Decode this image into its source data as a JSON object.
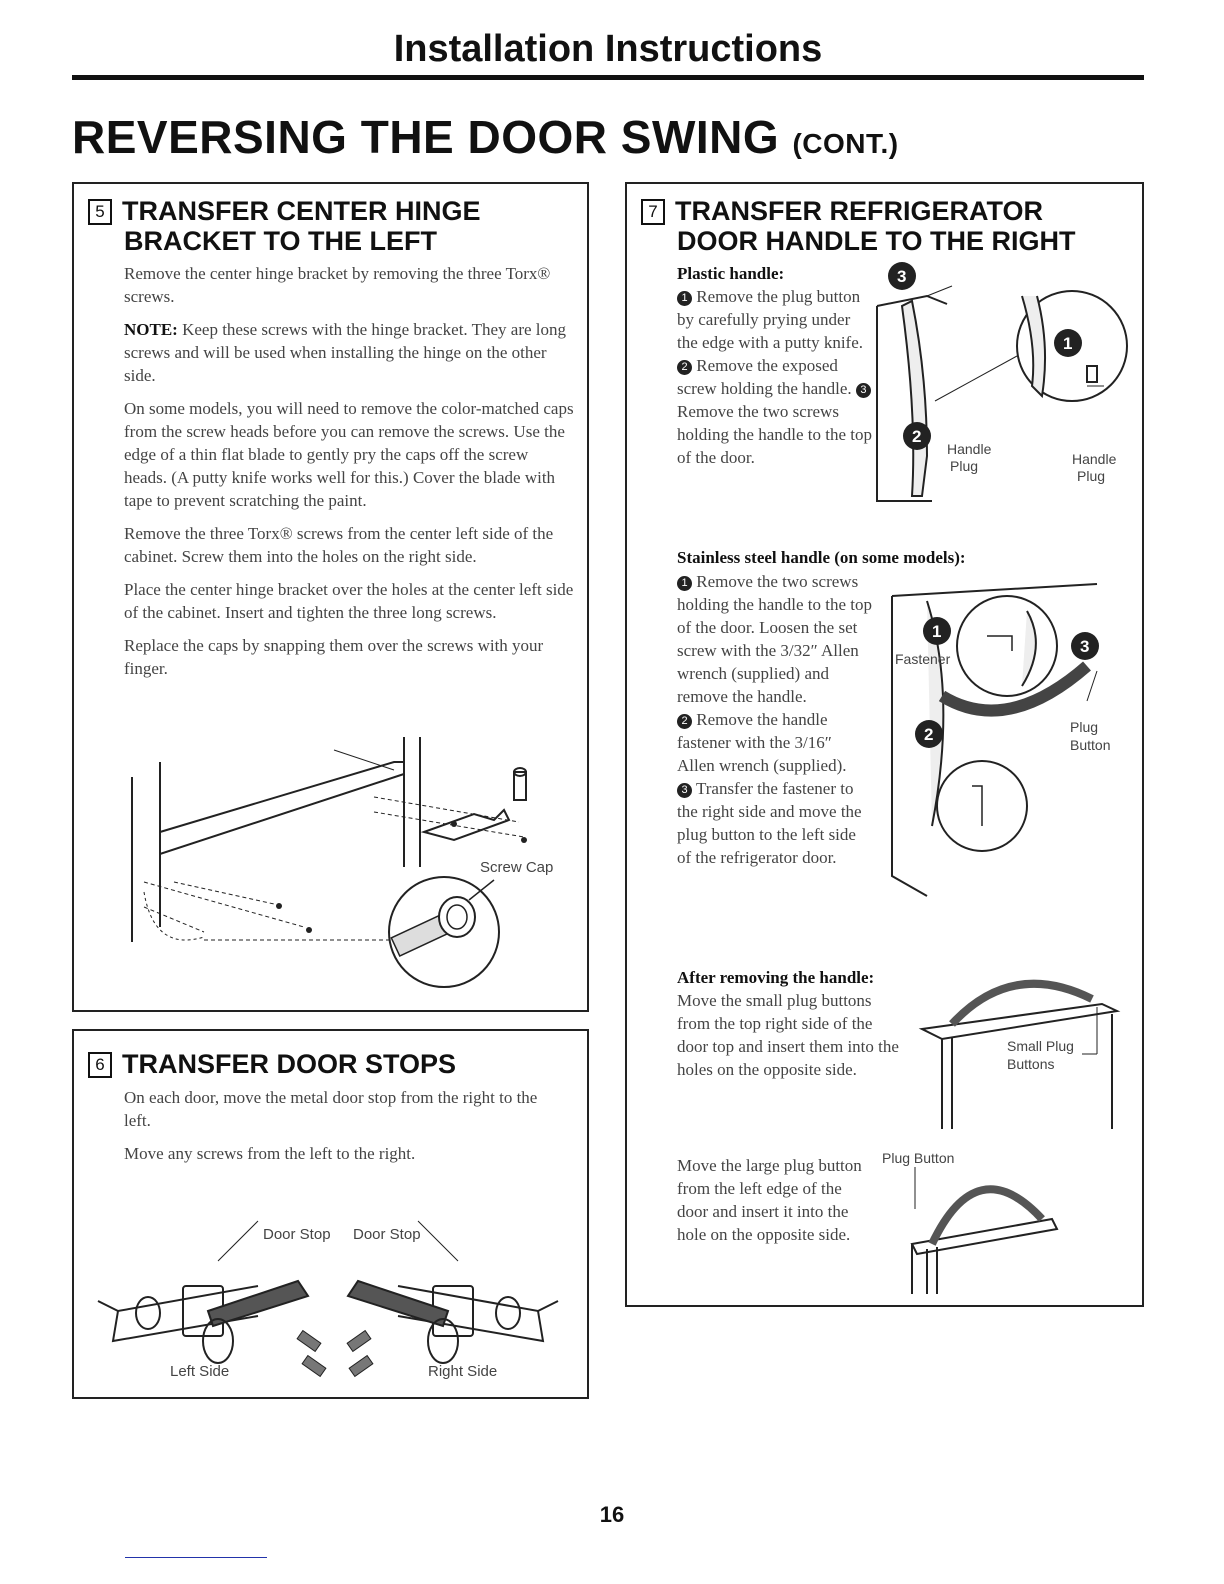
{
  "header": {
    "title": "Installation Instructions"
  },
  "page_title": {
    "main": "REVERSING THE DOOR SWING",
    "suffix": "(CONT.)"
  },
  "sec5": {
    "num": "5",
    "title_l1": "TRANSFER CENTER HINGE",
    "title_l2": "BRACKET TO THE LEFT",
    "p1": "Remove the center hinge bracket by removing the three Torx® screws.",
    "note_label": "NOTE:",
    "note_text": "Keep these screws with the hinge bracket. They are long screws and will be used when installing the hinge on the other side.",
    "p2": "On some models, you will need to remove the color-matched caps from the screw heads before you can remove the screws. Use the edge of a thin flat blade to gently pry the caps off the screw heads. (A putty knife works well for this.) Cover the blade with tape to prevent scratching the paint.",
    "p3": "Remove the three Torx® screws from the center left side of the cabinet. Screw them into the holes on the right side.",
    "p4": "Place the center hinge bracket over the holes at the center left side of the cabinet. Insert and tighten the three long screws.",
    "p5": "Replace the caps by snapping them over the screws with your finger.",
    "label_screw_cap": "Screw Cap"
  },
  "sec6": {
    "num": "6",
    "title": "TRANSFER DOOR STOPS",
    "p1": "On each door, move the metal door stop from the right to the left.",
    "p2": "Move any screws from the left to the right.",
    "label_door_stop_1": "Door Stop",
    "label_door_stop_2": "Door Stop",
    "label_left_side": "Left Side",
    "label_right_side": "Right Side"
  },
  "sec7": {
    "num": "7",
    "title_l1": "TRANSFER REFRIGERATOR",
    "title_l2": "DOOR HANDLE TO THE RIGHT",
    "plastic_label": "Plastic handle:",
    "plastic_1": "Remove the plug button by carefully prying under the edge with a putty knife.",
    "plastic_2": "Remove the exposed screw holding the handle.",
    "plastic_3": "Remove the two screws holding the handle to the top of the door.",
    "stainless_label": "Stainless steel handle (on some models):",
    "stainless_1": "Remove the two screws holding the handle to the top of the door. Loosen the set screw with the 3/32″ Allen wrench (supplied) and remove the handle.",
    "stainless_2": "Remove the handle fastener with the 3/16″ Allen wrench (supplied).",
    "stainless_3": "Transfer the fastener to the right side and move the plug button to the left side of the refrigerator door.",
    "after_label": "After removing the handle:",
    "after_text": "Move the small plug buttons from the top right side of the door top and insert them into the holes on the opposite side.",
    "large_text": "Move the large plug button from the left edge of the door and insert it into the hole on the opposite side.",
    "label_handle_plug_1": "Handle",
    "label_handle_plug_1b": "Plug",
    "label_handle_plug_2": "Handle",
    "label_handle_plug_2b": "Plug",
    "label_fastener": "Fastener",
    "label_plug_button_a": "Plug",
    "label_plug_button_b": "Button",
    "label_small_plug_a": "Small Plug",
    "label_small_plug_b": "Buttons",
    "label_plug_button_top": "Plug Button",
    "marker_1": "1",
    "marker_2": "2",
    "marker_3": "3"
  },
  "footer": {
    "page_number": "16"
  }
}
